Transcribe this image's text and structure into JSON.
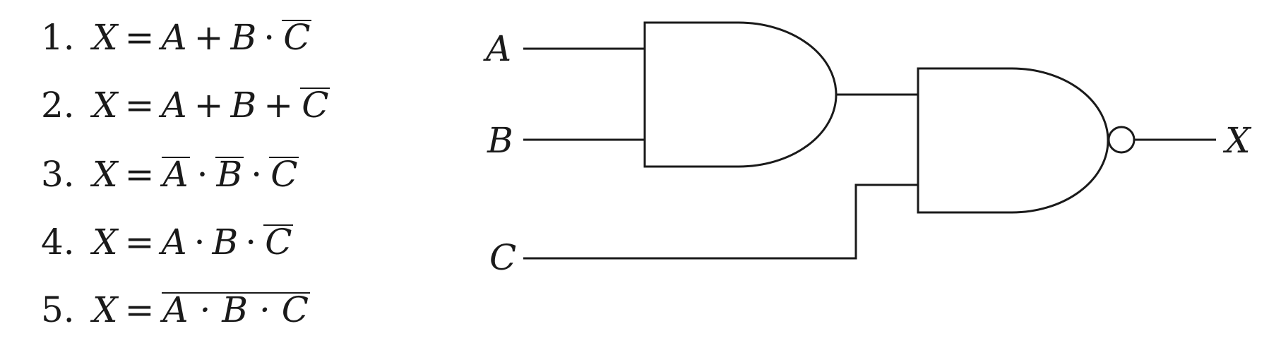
{
  "options": [
    {
      "number": "1.",
      "lhs": "X",
      "eq": "=",
      "parts": [
        {
          "text": "A"
        },
        {
          "op": "+"
        },
        {
          "text": "B"
        },
        {
          "op": "·"
        },
        {
          "text": "C",
          "negated": true
        }
      ]
    },
    {
      "number": "2.",
      "lhs": "X",
      "eq": "=",
      "parts": [
        {
          "text": "A"
        },
        {
          "op": "+"
        },
        {
          "text": "B"
        },
        {
          "op": "+"
        },
        {
          "text": "C",
          "negated": true
        }
      ]
    },
    {
      "number": "3.",
      "lhs": "X",
      "eq": "=",
      "parts": [
        {
          "text": "A",
          "negated": true
        },
        {
          "op": "·"
        },
        {
          "text": "B",
          "negated": true
        },
        {
          "op": "·"
        },
        {
          "text": "C",
          "negated": true
        }
      ]
    },
    {
      "number": "4.",
      "lhs": "X",
      "eq": "=",
      "parts": [
        {
          "text": "A"
        },
        {
          "op": "·"
        },
        {
          "text": "B"
        },
        {
          "op": "·"
        },
        {
          "text": "C",
          "negated": true
        }
      ]
    },
    {
      "number": "5.",
      "lhs": "X",
      "eq": "=",
      "parts": [
        {
          "text": "A · B · C",
          "negated": true
        }
      ]
    }
  ],
  "circuit": {
    "inputs": [
      "A",
      "B",
      "C"
    ],
    "output": "X",
    "gates": [
      "and",
      "nand"
    ]
  }
}
